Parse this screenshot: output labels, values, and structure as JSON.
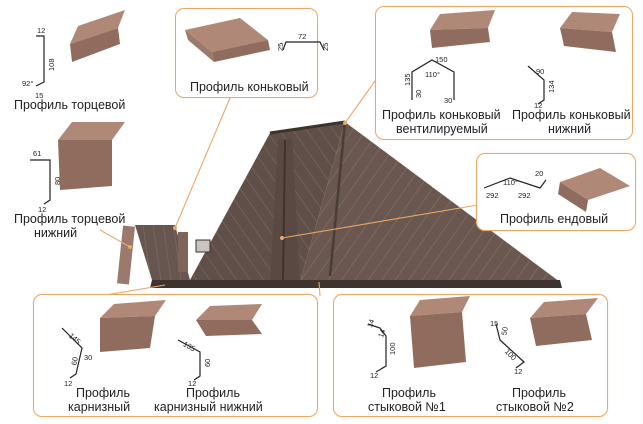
{
  "colors": {
    "frame": "#e9a867",
    "profile_top": "#b08877",
    "profile_side": "#8f6c5e",
    "roof": "#6c5a52",
    "roof_dark": "#4e3f39",
    "roof_line": "#8a7870"
  },
  "profiles": [
    {
      "id": "tortsevoy",
      "label": "Профиль торцевой",
      "dims": [
        "12",
        "108",
        "92°",
        "15"
      ]
    },
    {
      "id": "konkovy",
      "label": "Профиль коньковый",
      "dims": [
        "25",
        "72",
        "25"
      ]
    },
    {
      "id": "konkovy_vent",
      "label": "Профиль коньковый вентилируемый",
      "line1": "Профиль коньковый",
      "line2": "вентилируемый",
      "dims": [
        "150",
        "110°",
        "135",
        "30",
        "30"
      ]
    },
    {
      "id": "konkovy_nizh",
      "label": "Профиль коньковый нижний",
      "line1": "Профиль коньковый",
      "line2": "нижний",
      "dims": [
        "90",
        "134",
        "12"
      ]
    },
    {
      "id": "tortsevoy_nizh",
      "label": "Профиль торцевой нижний",
      "line1": "Профиль торцевой",
      "line2": "нижний",
      "dims": [
        "61",
        "80",
        "12"
      ]
    },
    {
      "id": "endovy",
      "label": "Профиль ендовый",
      "dims": [
        "20",
        "110°",
        "292",
        "292"
      ]
    },
    {
      "id": "karnizny",
      "label": "Профиль карнизный",
      "line1": "Профиль",
      "line2": "карнизный",
      "dims": [
        "145",
        "30",
        "60",
        "12"
      ]
    },
    {
      "id": "karnizny_nizh",
      "label": "Профиль карнизный нижний",
      "line1": "Профиль",
      "line2": "карнизный нижний",
      "dims": [
        "135",
        "60",
        "12"
      ]
    },
    {
      "id": "stykovoy1",
      "label": "Профиль стыковой №1",
      "line1": "Профиль",
      "line2": "стыковой №1",
      "dims": [
        "14",
        "14",
        "100",
        "12"
      ]
    },
    {
      "id": "stykovoy2",
      "label": "Профиль стыковой №2",
      "line1": "Профиль",
      "line2": "стыковой №2",
      "dims": [
        "15",
        "50",
        "100",
        "12"
      ]
    }
  ]
}
